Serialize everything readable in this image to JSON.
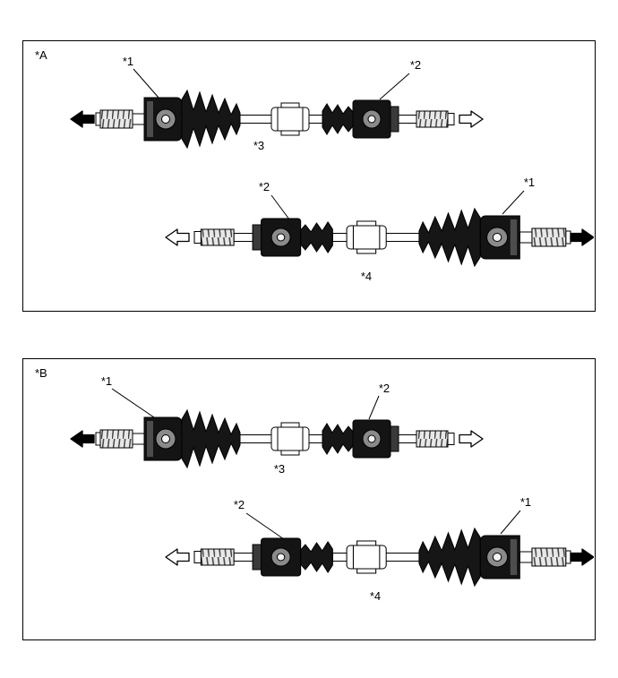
{
  "panels": [
    {
      "label": "*A",
      "shafts": [
        {
          "callout_left": "*1",
          "callout_right": "*2",
          "center_label": "*3",
          "arrow_left_fill": "#000000",
          "arrow_right_fill": "#ffffff"
        },
        {
          "callout_left": "*2",
          "callout_right": "*1",
          "center_label": "*4",
          "arrow_left_fill": "#ffffff",
          "arrow_right_fill": "#000000"
        }
      ]
    },
    {
      "label": "*B",
      "shafts": [
        {
          "callout_left": "*1",
          "callout_right": "*2",
          "center_label": "*3",
          "arrow_left_fill": "#000000",
          "arrow_right_fill": "#ffffff"
        },
        {
          "callout_left": "*2",
          "callout_right": "*1",
          "center_label": "*4",
          "arrow_left_fill": "#ffffff",
          "arrow_right_fill": "#000000"
        }
      ]
    }
  ],
  "colors": {
    "background": "#ffffff",
    "border": "#000000",
    "line": "#000000",
    "joint_dark": "#141414"
  }
}
